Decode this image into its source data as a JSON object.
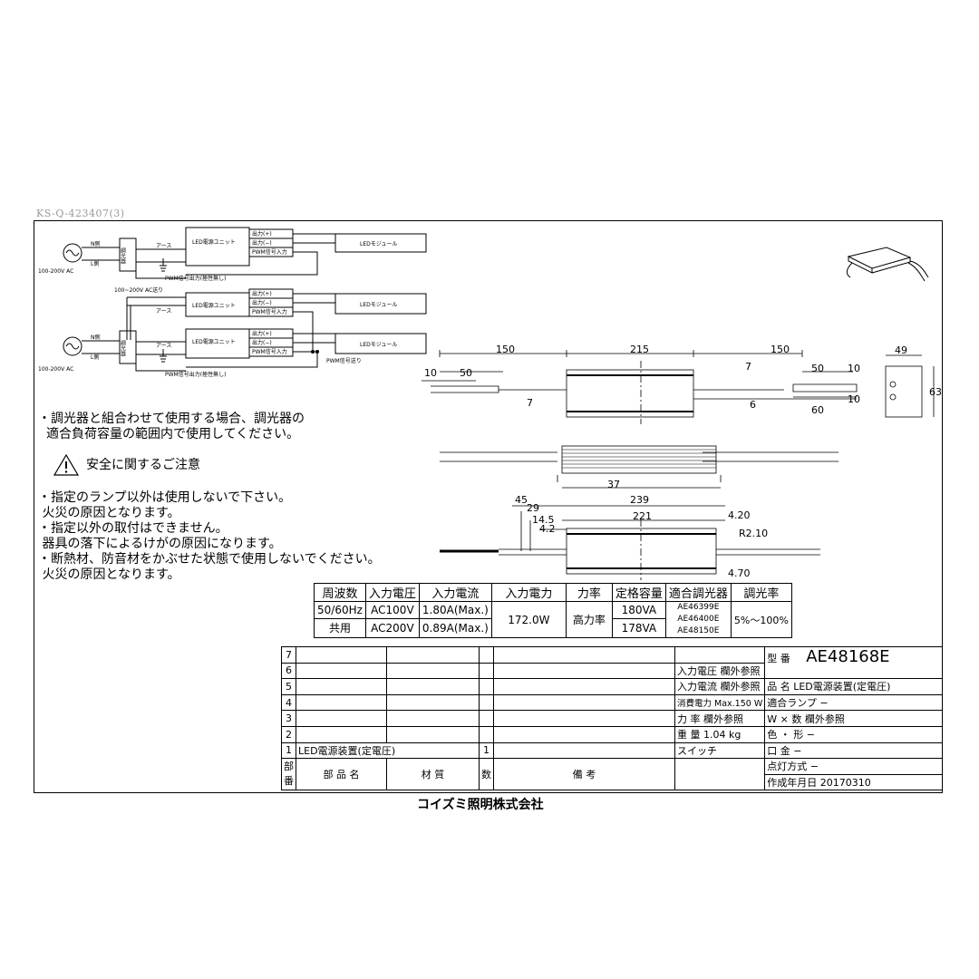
{
  "document_id": "KS-Q-423407(3)",
  "wiring": {
    "left_supply_1": "100-200V AC",
    "left_supply_2": "100-200V AC",
    "n_side": "N側",
    "l_side": "L側",
    "dimmer": "調光器",
    "earth": "アース",
    "psu_unit": "LED電源ユニット",
    "out_plus": "出力(+)",
    "out_minus": "出力(−)",
    "pwm_in": "PWM信号入力",
    "led_module": "LEDモジュール",
    "pwm_out_polarity": "PWM信号出力(極性無し)",
    "ac_feed": "100~200V AC送り",
    "pwm_feed": "PWM信号送り"
  },
  "notes": {
    "dimmer_note_1": "・調光器と組合わせて使用する場合、調光器の",
    "dimmer_note_2": "適合負荷容量の範囲内で使用してください。",
    "safety_title": "安全に関するご注意",
    "safety_lines": [
      "・指定のランプ以外は使用しないで下さい。",
      " 火災の原因となります。",
      "・指定以外の取付はできません。",
      " 器具の落下によるけがの原因になります。",
      "・断熱材、防音材をかぶせた状態で使用しないでください。",
      " 火災の原因となります。"
    ]
  },
  "dimensions": {
    "d150a": "150",
    "d215": "215",
    "d150b": "150",
    "d10a": "10",
    "d50a": "50",
    "d7a": "7",
    "d7b": "7",
    "d50b": "50",
    "d10b": "10",
    "d6": "6",
    "d10c": "10",
    "d60": "60",
    "d49": "49",
    "d63": "63",
    "d37": "37",
    "d45": "45",
    "d239": "239",
    "d29": "29",
    "d221": "221",
    "d14_5": "14.5",
    "d4_2": "4.2",
    "d4_20": "4.20",
    "dR2_10": "R2.10",
    "d4_70": "4.70"
  },
  "spec_table": {
    "headers": [
      "周波数",
      "入力電圧",
      "入力電流",
      "入力電力",
      "力率",
      "定格容量",
      "適合調光器",
      "調光率"
    ],
    "freq_1": "50/60Hz",
    "freq_2": "共用",
    "rows": [
      {
        "voltage": "AC100V",
        "current": "1.80A(Max.)",
        "capacity": "180VA"
      },
      {
        "voltage": "AC200V",
        "current": "0.89A(Max.)",
        "capacity": "178VA"
      }
    ],
    "power": "172.0W",
    "power_factor": "高力率",
    "dimmers": [
      "AE46399E",
      "AE46400E",
      "AE48150E"
    ],
    "dimming_rate": "5%〜100%"
  },
  "parts_table": {
    "row_numbers": [
      "7",
      "6",
      "5",
      "4",
      "3",
      "2",
      "1"
    ],
    "part_1_name": "LED電源装置(定電圧)",
    "part_1_qty": "1",
    "header_bu": "部",
    "header_ban": "番",
    "header_name": "部 品 名",
    "header_material": "材 質",
    "header_qty": "数",
    "header_remarks": "備 考"
  },
  "title_block": {
    "model_label": "型 番",
    "model_value": "AE48168E",
    "left": [
      "",
      "入力電圧 欄外参照",
      "入力電流 欄外参照",
      "消費電力 Max.150 W",
      "力 率 欄外参照",
      "重 量 1.04 kg",
      "スイッチ"
    ],
    "right": [
      "",
      "品 名 LED電源装置(定電圧)",
      "適合ランプ −",
      "W × 数 欄外参照",
      "色 ・ 形 −",
      "口 金 −",
      "点灯方式 −",
      "作成年月日 20170310"
    ]
  },
  "company": "コイズミ照明株式会社"
}
